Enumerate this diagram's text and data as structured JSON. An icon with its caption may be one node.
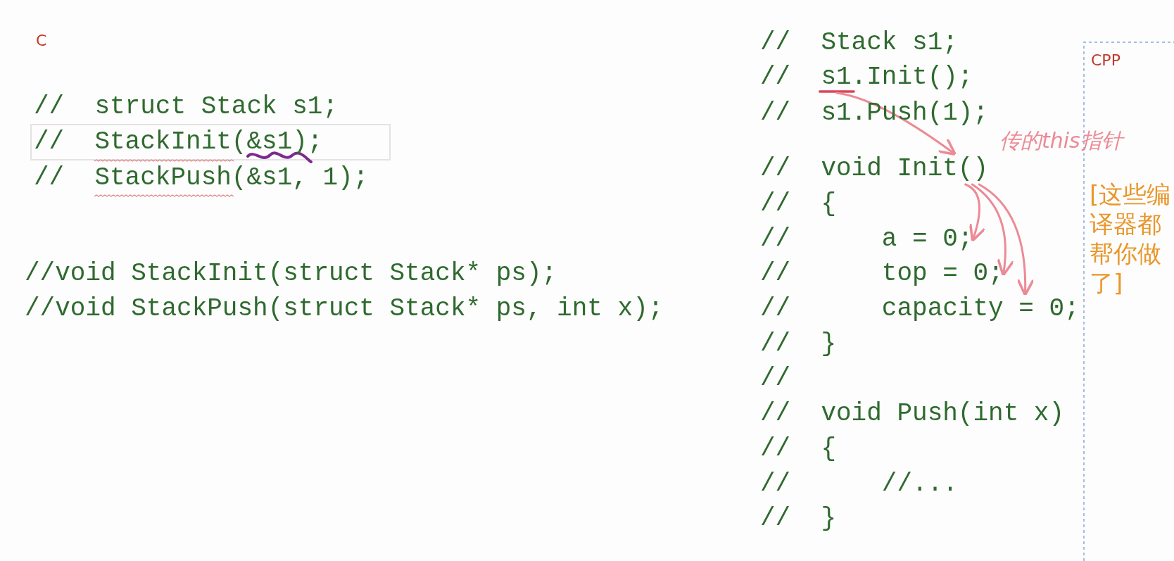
{
  "diagram": {
    "nodes": [
      {
        "text": [
          "//  s1.Init();"
        ]
      },
      {
        "text": [
          "//  void Init()"
        ]
      },
      {
        "text": [
          "//      a = 0;"
        ]
      },
      {
        "text": [
          "//      top = 0;"
        ]
      },
      {
        "text": [
          "//      capacity = 0;"
        ]
      }
    ],
    "edges": [
      {
        "from": 0,
        "to": 1,
        "arrow": "to"
      },
      {
        "from": 1,
        "to": 2,
        "arrow": "to"
      },
      {
        "from": 1,
        "to": 3,
        "arrow": "to"
      },
      {
        "from": 1,
        "to": 4,
        "arrow": "to"
      }
    ],
    "labels": [
      "C",
      "//  struct Stack s1;",
      "//  StackInit(&s1);",
      "//  StackPush(&s1, 1);",
      "//void StackInit(struct Stack* ps);",
      "//void StackPush(struct Stack* ps, int x);",
      "//  Stack s1;",
      "CPP",
      "//  s1.Push(1);",
      "传的this指针",
      "//  {",
      "[这些编译器都帮你做了]",
      "//  }",
      "//",
      "//  void Push(int x)",
      "//  {",
      "//      //...",
      "//  }"
    ]
  }
}
